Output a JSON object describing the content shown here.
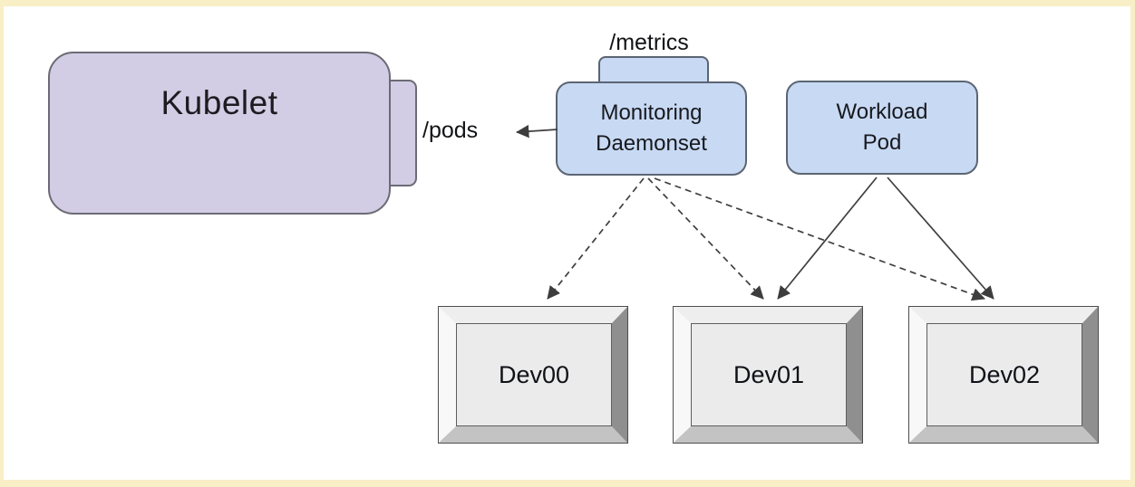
{
  "nodes": {
    "kubelet": {
      "label": "Kubelet"
    },
    "monitoring_daemonset": {
      "line1": "Monitoring",
      "line2": "Daemonset"
    },
    "workload_pod": {
      "line1": "Workload",
      "line2": "Pod"
    },
    "devices": [
      {
        "label": "Dev00"
      },
      {
        "label": "Dev01"
      },
      {
        "label": "Dev02"
      }
    ]
  },
  "endpoint_labels": {
    "metrics": "/metrics",
    "pods": "/pods"
  },
  "edges": [
    {
      "from": "monitoring-daemonset",
      "to": "kubelet",
      "endpoint": "/pods",
      "style": "solid-arrow"
    },
    {
      "from": "monitoring-daemonset",
      "to": "dev00",
      "style": "dashed-arrow"
    },
    {
      "from": "monitoring-daemonset",
      "to": "dev01",
      "style": "dashed-arrow"
    },
    {
      "from": "monitoring-daemonset",
      "to": "dev02",
      "style": "dashed-arrow"
    },
    {
      "from": "workload-pod",
      "to": "dev01",
      "style": "solid-arrow"
    },
    {
      "from": "workload-pod",
      "to": "dev02",
      "style": "solid-arrow"
    }
  ],
  "colors": {
    "frame": "#f9efc6",
    "kubelet_fill": "#d2cce4",
    "pod_fill": "#c8d9f3",
    "arrow": "#3f3f3f",
    "device_face": "#ebebeb"
  }
}
